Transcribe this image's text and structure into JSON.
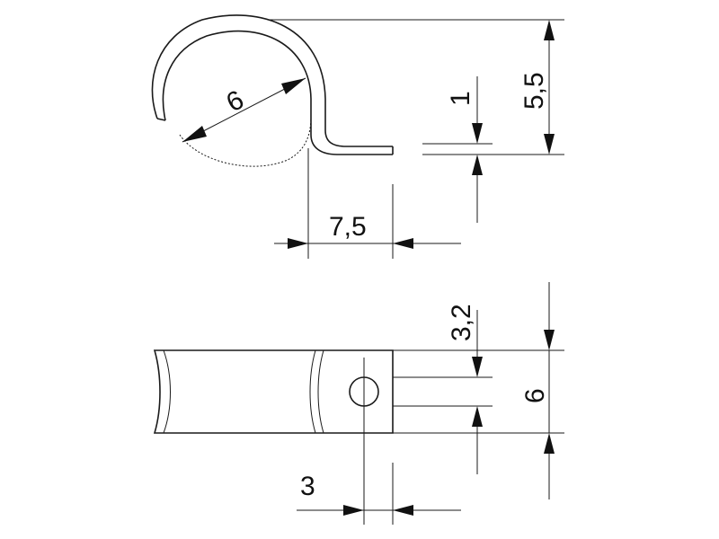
{
  "dimensions": {
    "tube_diameter": "6",
    "sheet_thickness": "1",
    "total_height": "5,5",
    "foot_length": "7,5",
    "hole_diameter": "3,2",
    "strap_width": "6",
    "hole_offset": "3"
  },
  "colors": {
    "line": "#1a1a1a",
    "background": "#ffffff"
  }
}
